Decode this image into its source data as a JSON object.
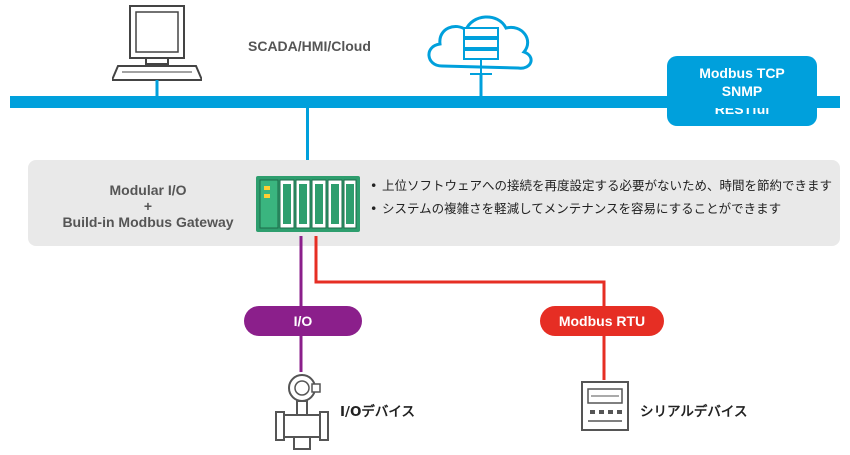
{
  "header": {
    "title": "SCADA/HMI/Cloud"
  },
  "protocols": {
    "line1": "Modbus TCP",
    "line2": "SNMP",
    "line3": "RESTful"
  },
  "module": {
    "line1": "Modular I/O",
    "line2": "+",
    "line3": "Build-in Modbus Gateway"
  },
  "benefits": [
    {
      "bullet": "•",
      "text": "上位ソフトウェアへの接続を再度設定する必要がないため、時間を節約できます"
    },
    {
      "bullet": "•",
      "text": "システムの複雑さを軽減してメンテナンスを容易にすることができます"
    }
  ],
  "branches": {
    "io_label": "I/O",
    "rtu_label": "Modbus RTU"
  },
  "devices": {
    "io_device": "I/Oデバイス",
    "serial_device": "シリアルデバイス"
  },
  "colors": {
    "network": "#00a0dc",
    "io": "#8b1f8b",
    "rtu": "#e62e24",
    "module": "#2e9e6e"
  },
  "icons": [
    "computer-icon",
    "cloud-server-icon",
    "io-module-icon",
    "flow-meter-icon",
    "serial-meter-icon"
  ]
}
